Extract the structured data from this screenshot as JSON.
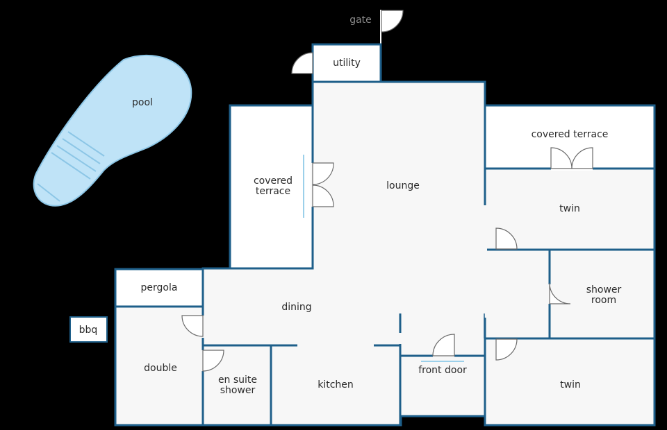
{
  "rooms": {
    "gate": "gate",
    "utility": "utility",
    "pool": "pool",
    "covered_terrace_left": [
      "covered",
      "terrace"
    ],
    "lounge": "lounge",
    "covered_terrace_right": "covered terrace",
    "twin_top": "twin",
    "pergola": "pergola",
    "dining": "dining",
    "shower_room": [
      "shower",
      "room"
    ],
    "bbq": "bbq",
    "double": "double",
    "en_suite_shower": [
      "en suite",
      "shower"
    ],
    "kitchen": "kitchen",
    "front_door": "front door",
    "twin_bottom": "twin"
  },
  "colors": {
    "background": "#000000",
    "wall": "#1e5f8a",
    "floor": "#f7f7f7",
    "pool_fill": "#bfe3f7",
    "pool_stroke": "#8cc6e6"
  }
}
